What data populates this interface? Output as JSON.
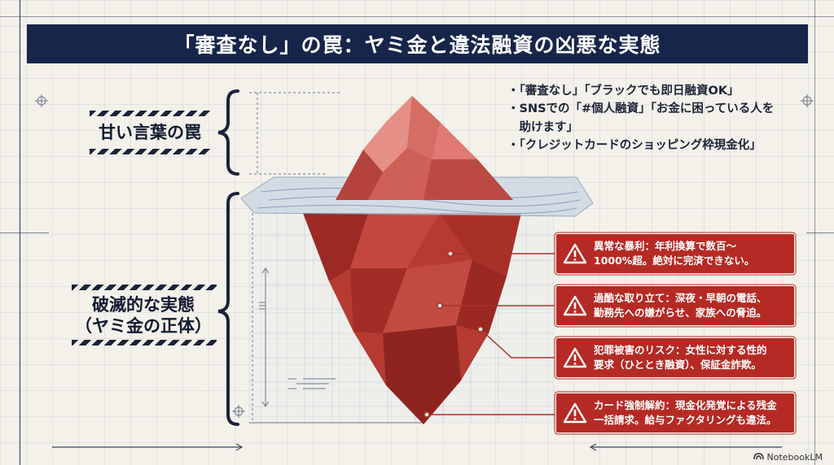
{
  "title": "「審査なし」の罠：ヤミ金と違法融資の凶悪な実態",
  "labels": {
    "top": "甘い言葉の罠",
    "bottom_line1": "破滅的な実態",
    "bottom_line2": "（ヤミ金の正体）"
  },
  "bullets": [
    "・「審査なし」「ブラックでも即日融資OK」",
    "・SNSでの「#個人融資」「お金に困っている人を",
    "　助けます」",
    "・「クレジットカードのショッピング枠現金化」"
  ],
  "warnings": [
    {
      "line1": "異常な暴利：年利換算で数百〜",
      "line2": "1000%超。絶対に完済できない。"
    },
    {
      "line1": "過酷な取り立て：深夜・早朝の電話、",
      "line2": "勤務先への嫌がらせ、家族への脅迫。"
    },
    {
      "line1": "犯罪被害のリスク：女性に対する性的",
      "line2": "要求（ひととき融資）、保証金詐欺。"
    },
    {
      "line1": "カード強制解約：現金化発覚による残金",
      "line2": "一括請求。給与ファクタリングも違法。"
    }
  ],
  "footer": "NotebookLM",
  "colors": {
    "navy": "#17254a",
    "warning_red": "#b52a24",
    "ice_red": "#b53a32",
    "background": "#f3f1ea"
  },
  "icons": [
    "warning-icon",
    "notebooklm-logo-icon"
  ]
}
